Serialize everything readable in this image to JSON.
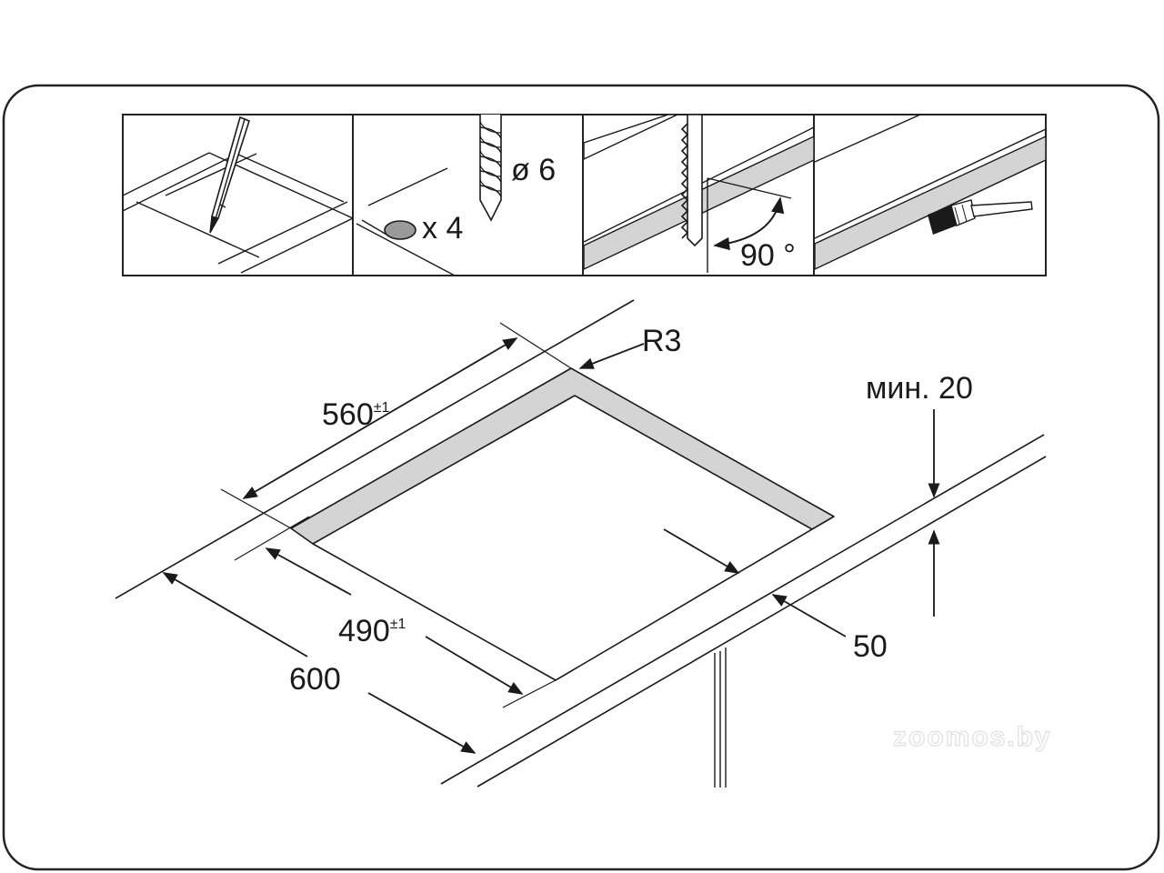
{
  "steps": {
    "drill": {
      "diameter_label": "ø 6",
      "count_label": "x 4"
    },
    "saw": {
      "angle_label": "90 °"
    }
  },
  "dimensions": {
    "width": {
      "value": "560",
      "tolerance": "±1"
    },
    "depth": {
      "value": "490",
      "tolerance": "±1"
    },
    "worktop_depth": "600",
    "corner_radius": "R3",
    "min_thickness": "мин. 20",
    "front_distance": "50"
  },
  "watermark": "zoomos.by",
  "colors": {
    "line": "#1a1a1a",
    "band": "#d4d4d4",
    "blob": "#9a9a9a",
    "frame": "#222222"
  }
}
